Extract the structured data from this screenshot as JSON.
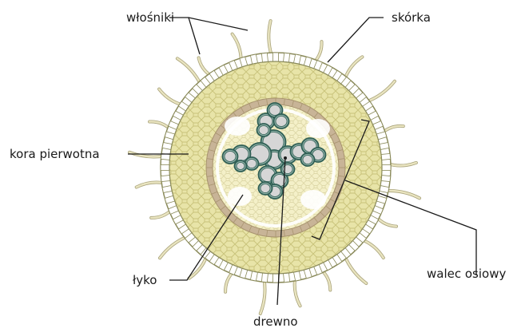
{
  "labels": {
    "root_hairs": "włośniki",
    "epidermis": "skórka",
    "cortex": "kora pierwotna",
    "stele": "walec osiowy",
    "phloem": "łyko",
    "xylem": "drewno"
  },
  "colors": {
    "cortex_fill": "#e8e4a8",
    "cortex_cell_outline": "#c8c27a",
    "epidermis_fill": "#ffffff",
    "epidermis_outline": "#8a8a5a",
    "endodermis_ring": "#c8b497",
    "stele_fill": "#f4f0c8",
    "phloem_fill": "#ffffff",
    "xylem_outline": "#2f5f55",
    "xylem_ring": "#8fb0a6",
    "xylem_lumen": "#d6d6d6",
    "root_hair": "#e9e4c0",
    "root_hair_outline": "#a9a37a",
    "leader_line": "#1a1a1a",
    "text": "#1a1a1a"
  }
}
